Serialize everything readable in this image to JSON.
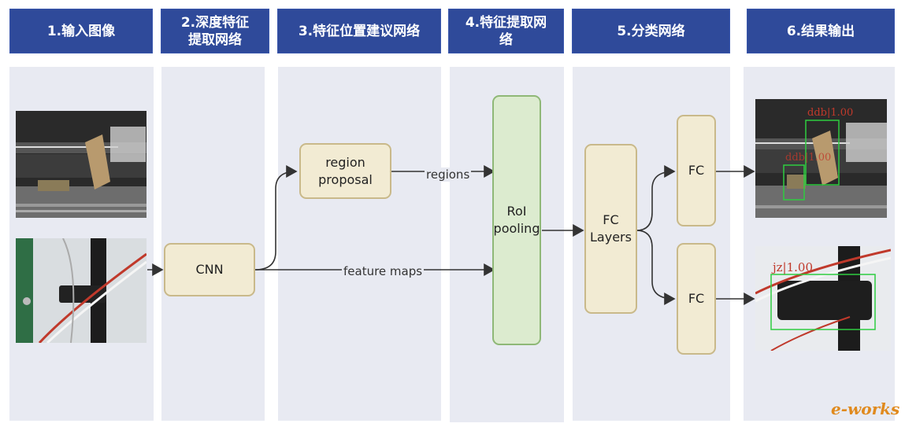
{
  "headers": [
    "1.输入图像",
    "2.深度特征\n提取网络",
    "3.特征位置建议网络",
    "4.特征提取网\n络",
    "5.分类网络",
    "6.结果输出"
  ],
  "nodes": {
    "cnn": "CNN",
    "region_proposal": "region\nproposal",
    "roi_pooling": "RoI\npooling",
    "fc_layers": "FC\nLayers",
    "fc_top": "FC",
    "fc_bottom": "FC"
  },
  "edge_labels": {
    "regions": "regions",
    "feature_maps": "feature maps"
  },
  "detections": {
    "top_1": "ddb|1.00",
    "top_2": "ddb|1.00",
    "bottom_1": "jz|1.00"
  },
  "logo": "e-works",
  "colors": {
    "header_bg": "#2f4a9a",
    "column_bg": "#e8eaf2",
    "box_fill": "#f2ebd3",
    "box_border": "#c9b98a",
    "roi_fill": "#dcebcf",
    "roi_border": "#8fb877",
    "detection_box": "#2ecc40",
    "detection_text": "#c0392b"
  }
}
